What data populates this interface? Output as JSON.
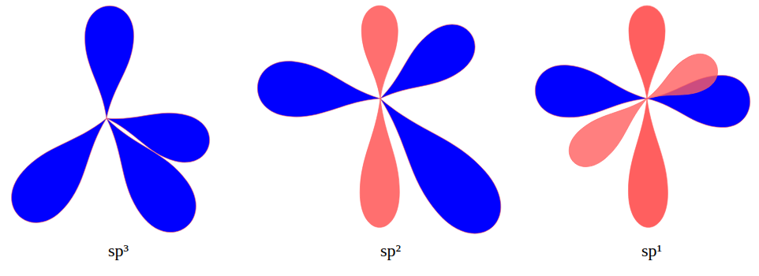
{
  "diagram": {
    "labels": [
      "sp³",
      "sp²",
      "sp¹"
    ]
  }
}
